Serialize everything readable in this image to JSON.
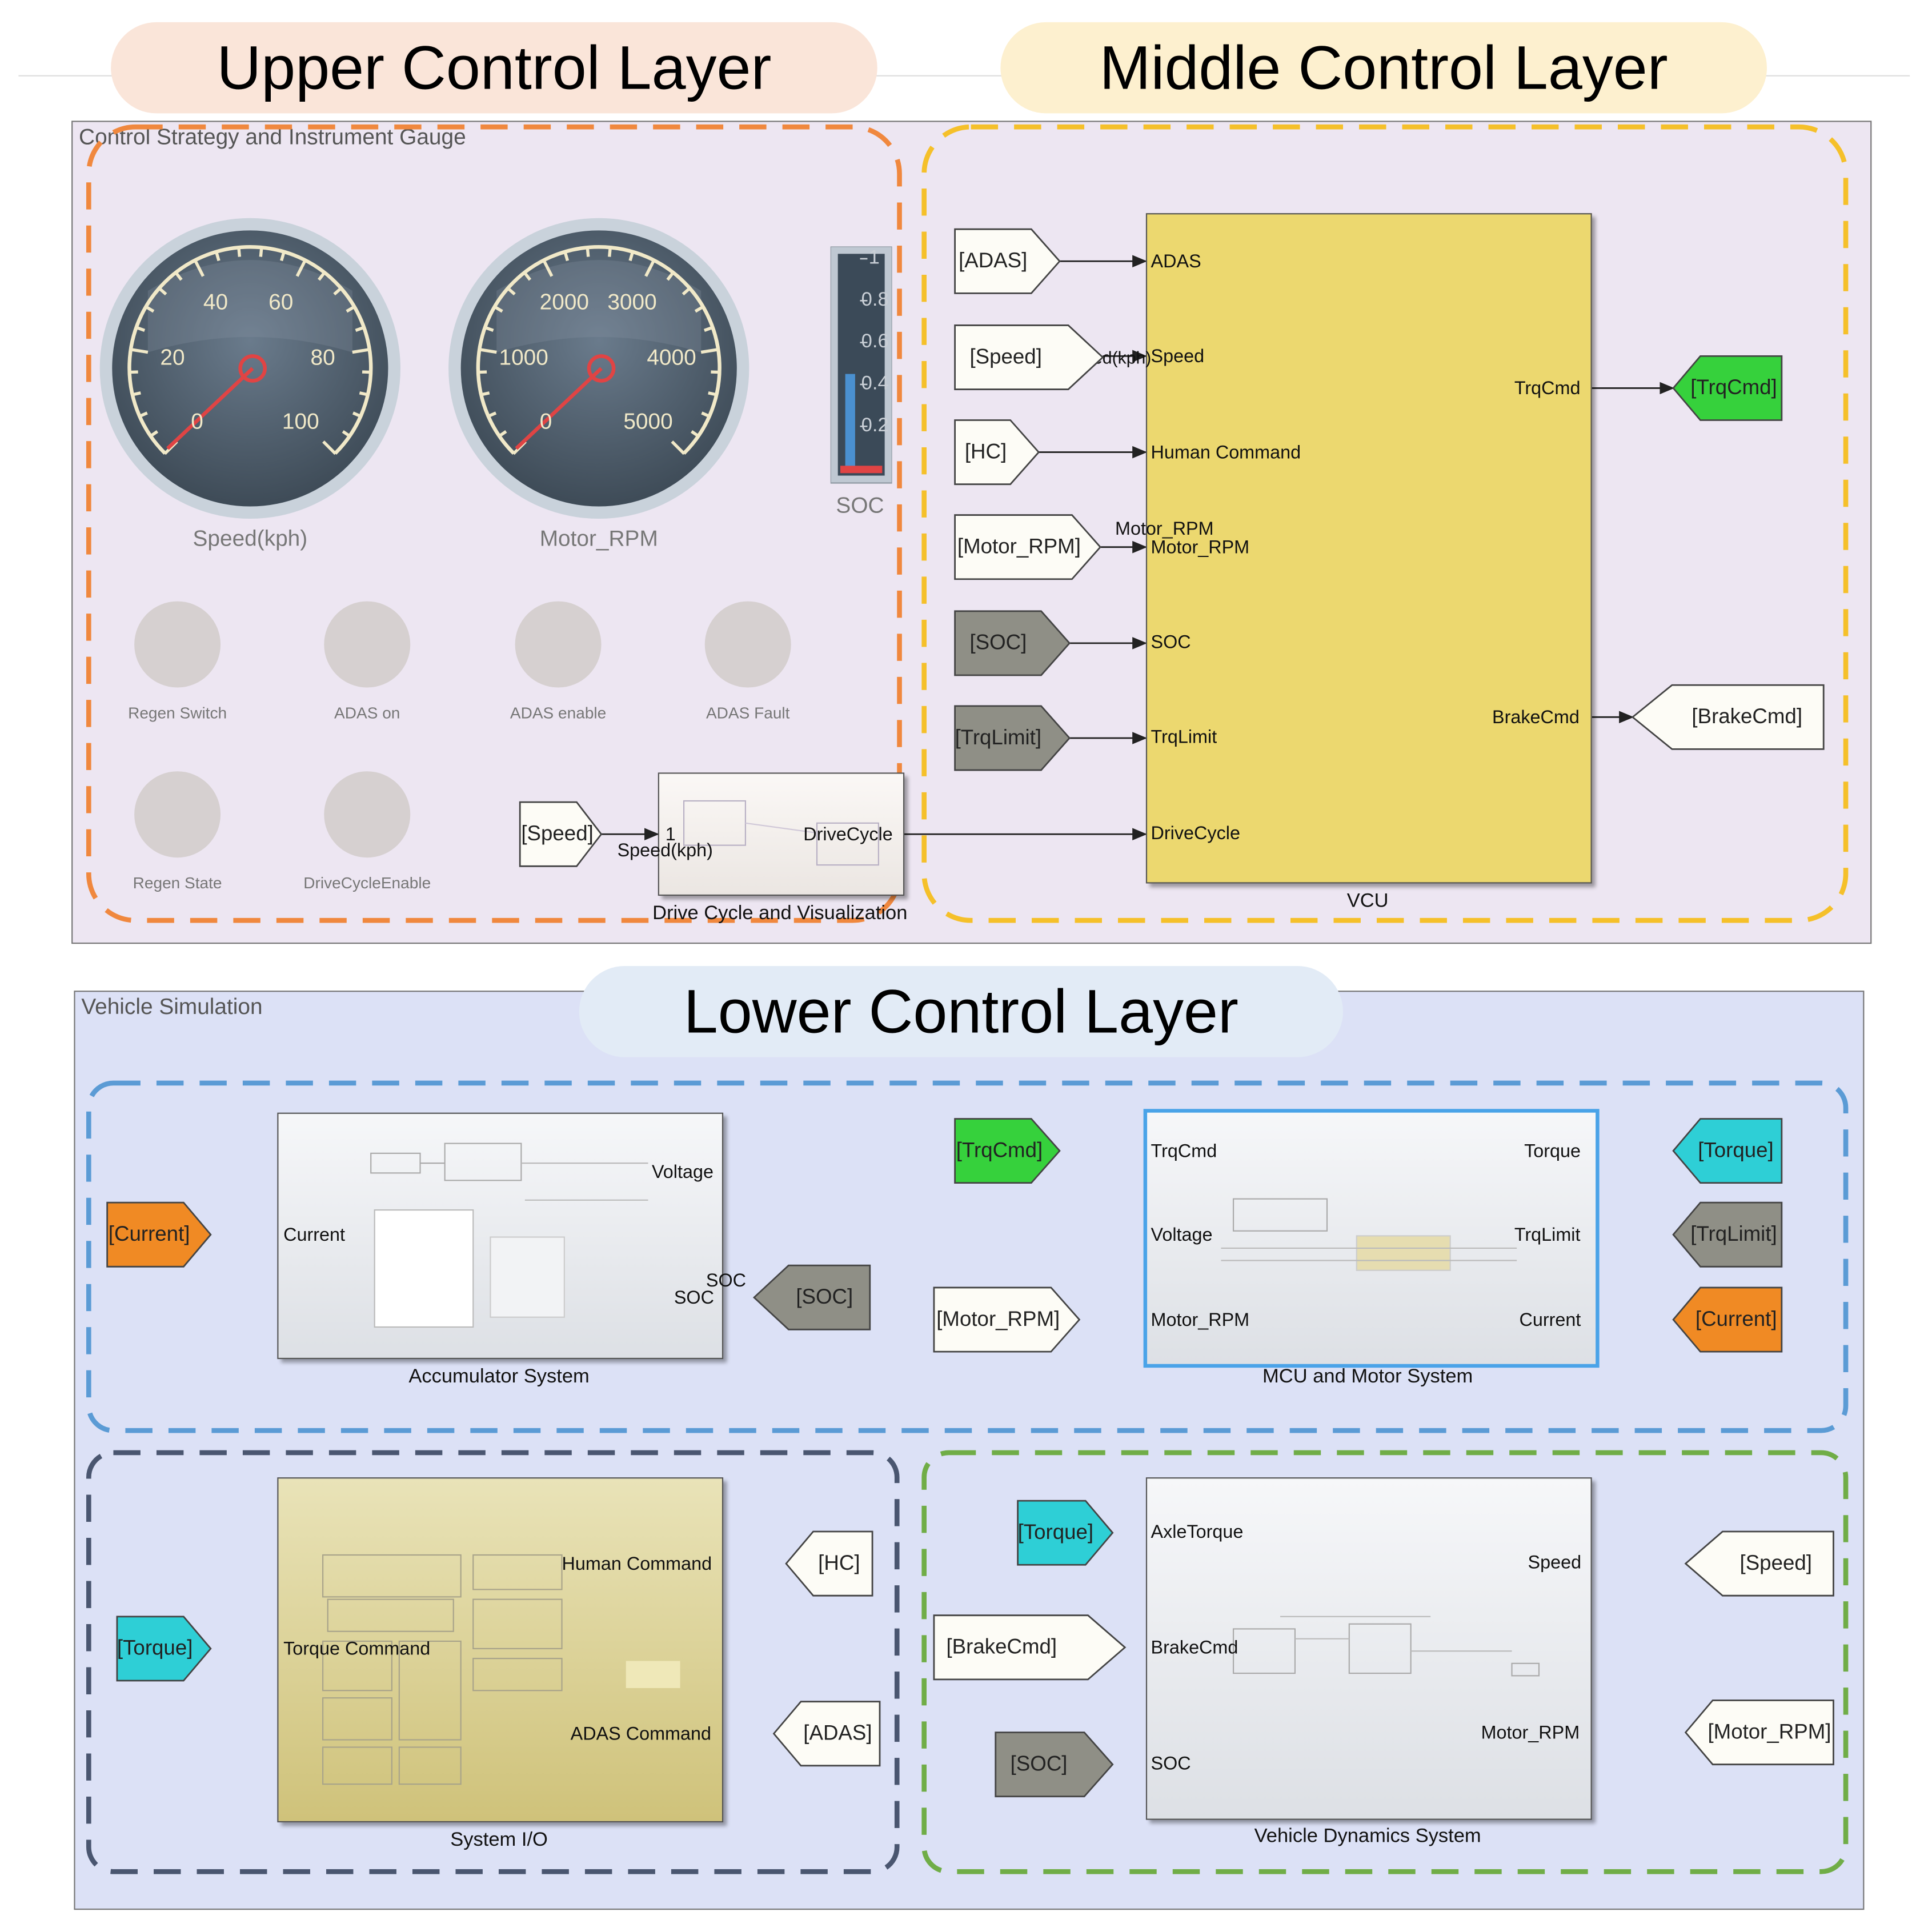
{
  "layers": {
    "upper": "Upper Control Layer",
    "middle": "Middle Control Layer",
    "lower": "Lower Control Layer"
  },
  "colors": {
    "upper_accent": "#f0883e",
    "middle_accent": "#f5c02a",
    "blue_accent": "#5b9bd5",
    "dark_accent": "#4a5670",
    "green_accent": "#70ad47",
    "goto_green": "#36d13c",
    "goto_cyan": "#2ecfd6",
    "goto_orange": "#f08a24",
    "goto_gray": "#8f8f86"
  },
  "areas": {
    "control": "Control Strategy and Instrument Gauge",
    "vehicle": "Vehicle Simulation"
  },
  "gauges": {
    "speed": {
      "label": "Speed(kph)",
      "ticks": [
        "0",
        "20",
        "40",
        "60",
        "80",
        "100"
      ],
      "value": 0
    },
    "motor": {
      "label": "Motor_RPM",
      "ticks": [
        "0",
        "1000",
        "2000",
        "3000",
        "4000",
        "5000"
      ],
      "value": 0
    },
    "soc": {
      "label": "SOC",
      "ticks": [
        "1",
        "0.8",
        "0.6",
        "0.4",
        "0.2"
      ],
      "level": 0.45
    }
  },
  "lamps": [
    "Regen Switch",
    "ADAS on",
    "ADAS enable",
    "ADAS Fault",
    "Regen State",
    "DriveCycleEnable"
  ],
  "drive_cycle": {
    "caption": "Drive Cycle and Visualization",
    "in_tag": "[Speed]",
    "in_port": "1",
    "in_label": "Speed(kph)",
    "out_label": "DriveCycle"
  },
  "vcu": {
    "caption": "VCU",
    "inputs": {
      "adas_tag": "[ADAS]",
      "adas": "ADAS",
      "speed_tag": "[Speed]",
      "speed_signal": "Speed(kph)",
      "speed": "Speed",
      "hc_tag": "[HC]",
      "hc": "Human Command",
      "rpm_tag": "[Motor_RPM]",
      "rpm_signal": "Motor_RPM",
      "rpm": "Motor_RPM",
      "soc_tag": "[SOC]",
      "soc": "SOC",
      "trqlimit_tag": "[TrqLimit]",
      "trqlimit": "TrqLimit",
      "drivecycle": "DriveCycle"
    },
    "outputs": {
      "trqcmd": "TrqCmd",
      "trqcmd_tag": "[TrqCmd]",
      "brakecmd": "BrakeCmd",
      "brakecmd_tag": "[BrakeCmd]"
    }
  },
  "accumulator": {
    "caption": "Accumulator System",
    "in_tag": "[Current]",
    "in_port": "Current",
    "voltage": "Voltage",
    "soc_out": "SOC",
    "soc_signal": "SOC",
    "soc_tag": "[SOC]"
  },
  "mcu": {
    "caption": "MCU and Motor System",
    "trqcmd_tag": "[TrqCmd]",
    "trqcmd": "TrqCmd",
    "voltage": "Voltage",
    "rpm_tag": "[Motor_RPM]",
    "rpm": "Motor_RPM",
    "torque": "Torque",
    "torque_tag": "[Torque]",
    "trqlimit": "TrqLimit",
    "trqlimit_tag": "[TrqLimit]",
    "current": "Current",
    "current_tag": "[Current]"
  },
  "system_io": {
    "caption": "System I/O",
    "in_tag": "[Torque]",
    "in_port": "Torque Command",
    "hc": "Human Command",
    "hc_tag": "[HC]",
    "adas": "ADAS Command",
    "adas_tag": "[ADAS]"
  },
  "dynamics": {
    "caption": "Vehicle Dynamics System",
    "torque_tag": "[Torque]",
    "axle": "AxleTorque",
    "brake_tag": "[BrakeCmd]",
    "brake": "BrakeCmd",
    "soc_tag": "[SOC]",
    "soc": "SOC",
    "speed": "Speed",
    "speed_tag": "[Speed]",
    "rpm": "Motor_RPM",
    "rpm_tag": "[Motor_RPM]"
  }
}
